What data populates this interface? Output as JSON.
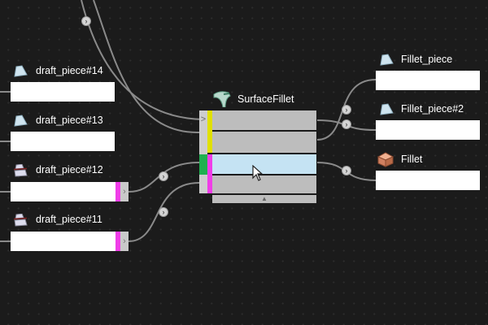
{
  "inputs": [
    {
      "label": "draft_piece#14",
      "icon": "surface-piece-icon",
      "value": ""
    },
    {
      "label": "draft_piece#13",
      "icon": "surface-piece-icon",
      "value": ""
    },
    {
      "label": "draft_piece#12",
      "icon": "draft-piece-icon",
      "value": ""
    },
    {
      "label": "draft_piece#11",
      "icon": "draft-piece-icon",
      "value": ""
    }
  ],
  "node": {
    "title": "SurfaceFillet",
    "icon": "surface-fillet-icon",
    "expand_glyph": "▲",
    "port_glyph": ">",
    "colors": {
      "yellow": "#e0e000",
      "pink": "#f03de8",
      "green": "#1fb050",
      "selected": "#c5e3f3",
      "row": "#bdbdbd"
    }
  },
  "outputs": [
    {
      "label": "Fillet_piece",
      "icon": "surface-piece-icon",
      "value": ""
    },
    {
      "label": "Fillet_piece#2",
      "icon": "surface-piece-icon",
      "value": ""
    },
    {
      "label": "Fillet",
      "icon": "solid-box-icon",
      "value": ""
    }
  ],
  "glyphs": {
    "knob": "›",
    "arrow": "›"
  }
}
